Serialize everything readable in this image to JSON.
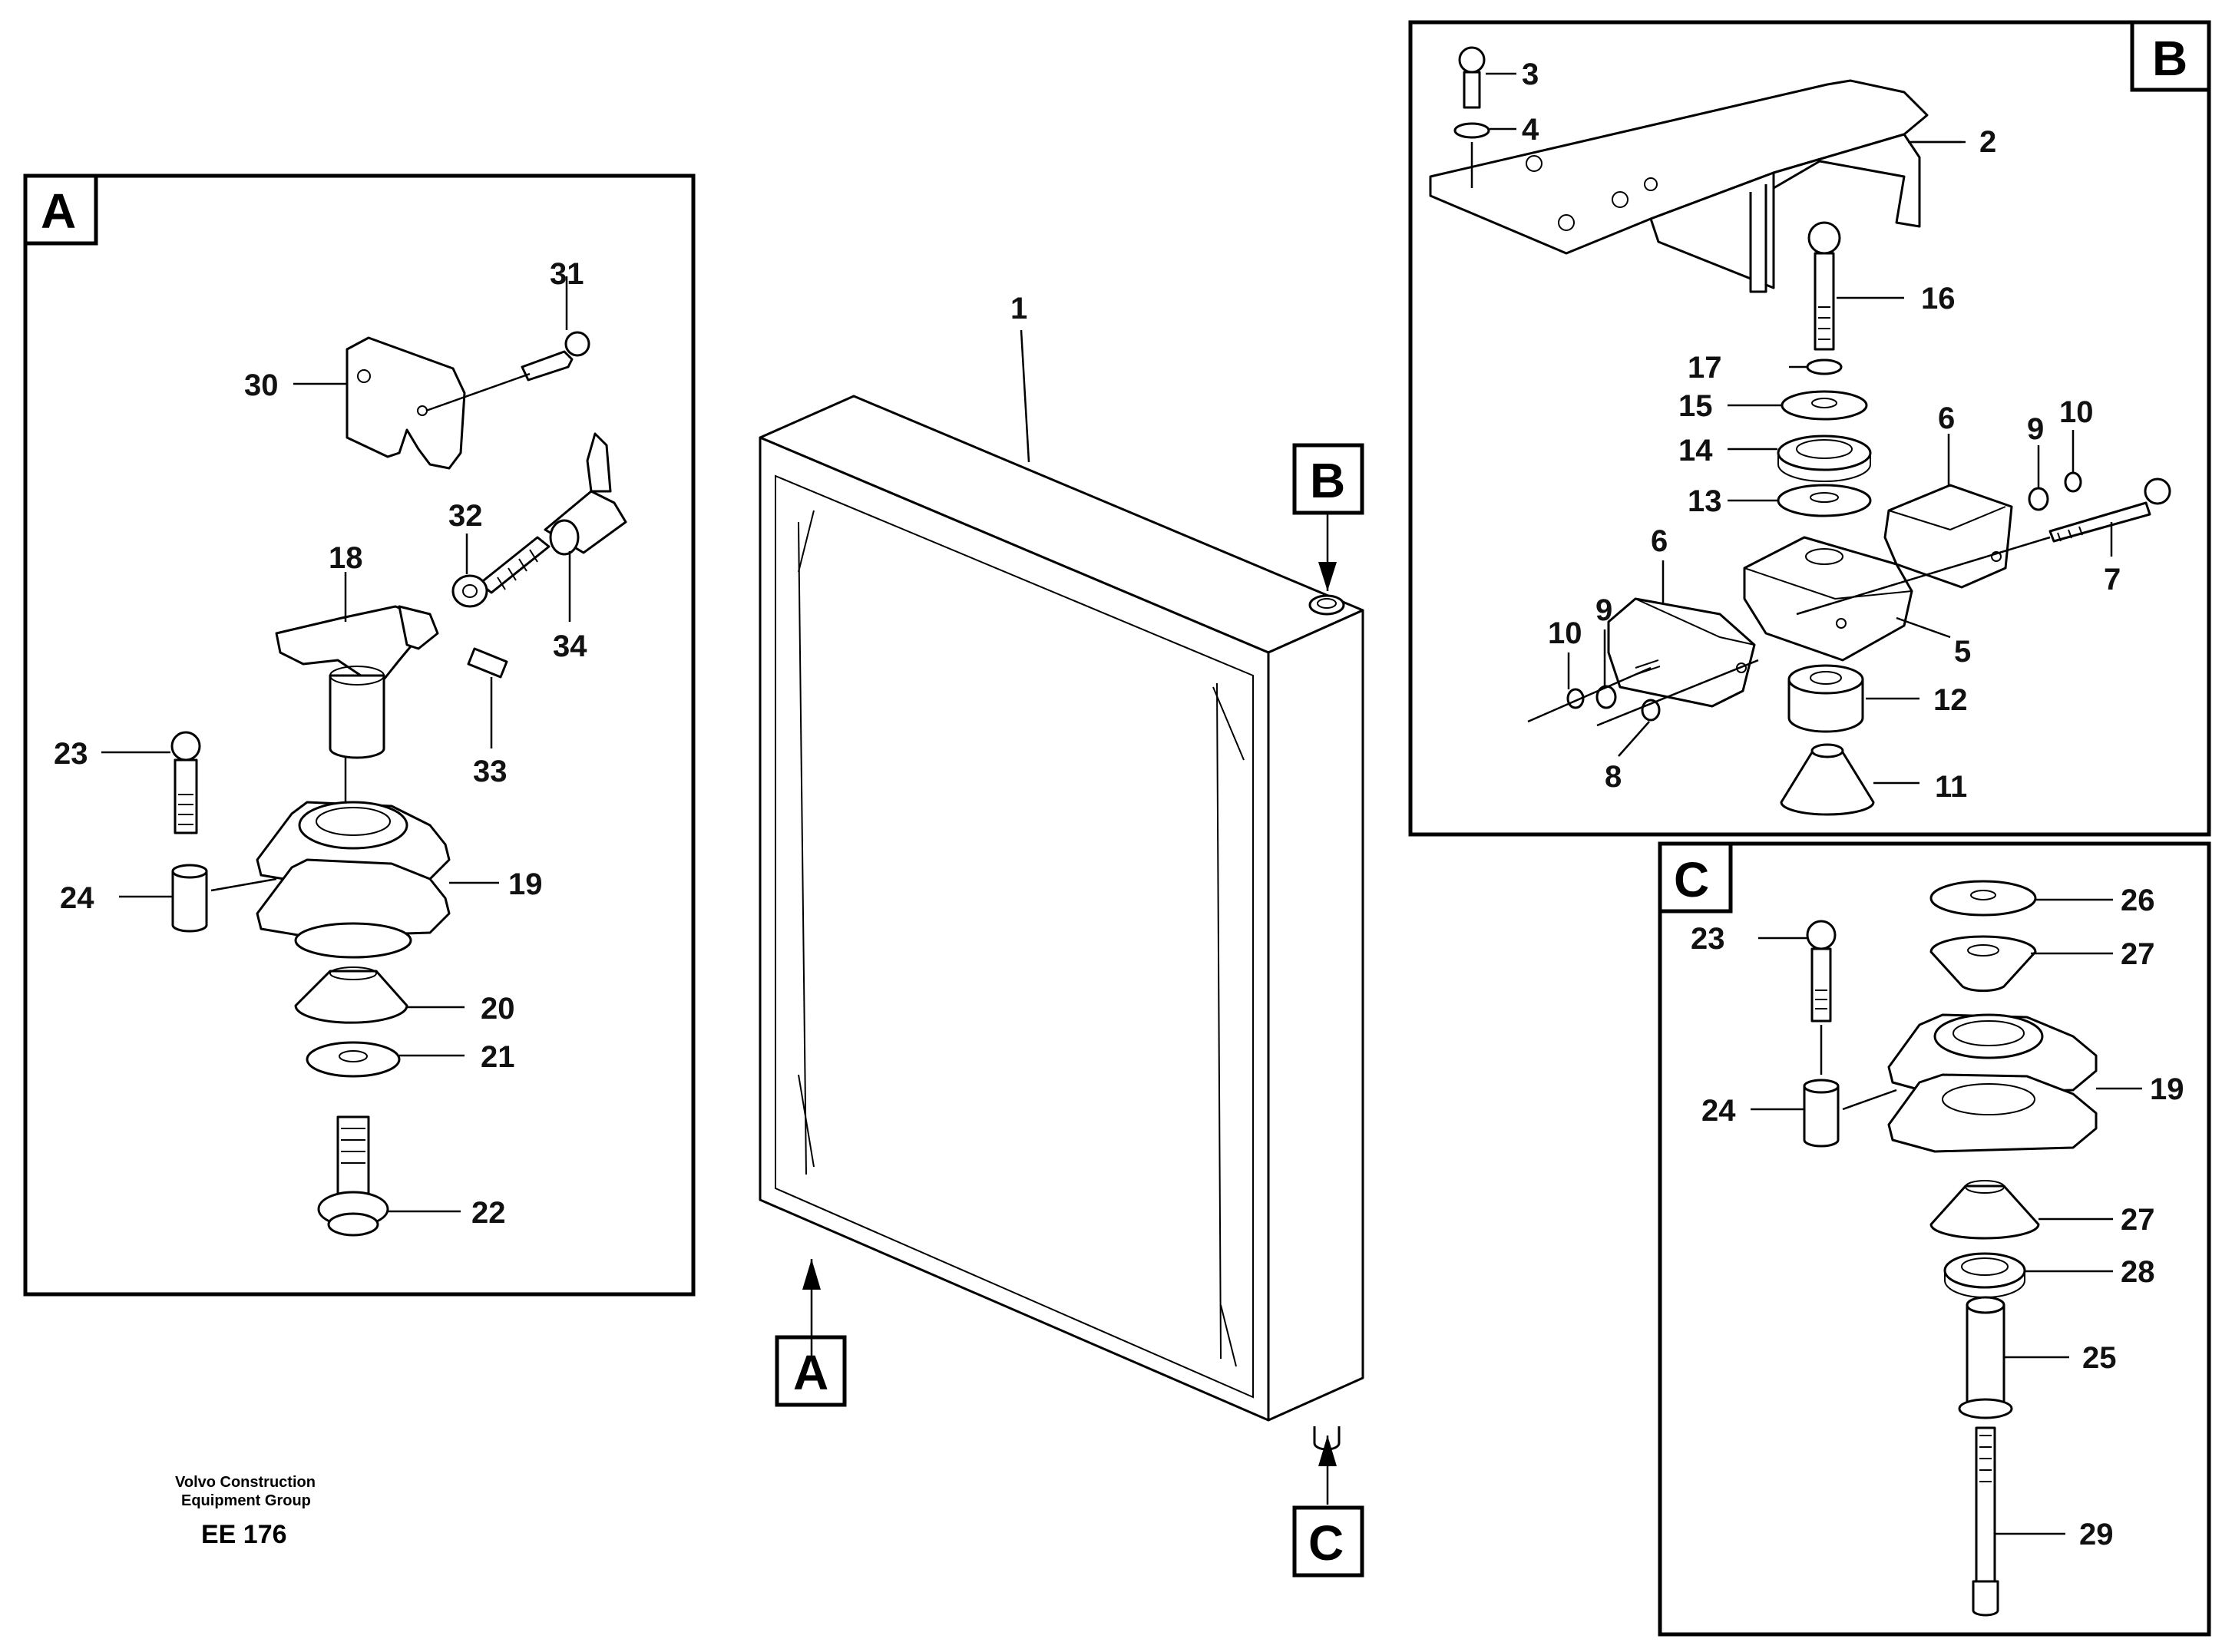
{
  "views": {
    "A": {
      "label": "A"
    },
    "B": {
      "label": "B"
    },
    "C": {
      "label": "C"
    }
  },
  "callouts": {
    "A": "A",
    "B": "B",
    "C": "C"
  },
  "part_numbers": {
    "main": [
      "1"
    ],
    "A": [
      "31",
      "30",
      "32",
      "18",
      "34",
      "33",
      "23",
      "24",
      "19",
      "20",
      "21",
      "22"
    ],
    "B": [
      "3",
      "4",
      "2",
      "16",
      "17",
      "15",
      "14",
      "13",
      "6",
      "9",
      "10",
      "7",
      "5",
      "12",
      "8",
      "11"
    ],
    "C": [
      "26",
      "23",
      "27",
      "19",
      "24",
      "27",
      "28",
      "25",
      "29"
    ]
  },
  "footer": {
    "company_line1": "Volvo Construction",
    "company_line2": "Equipment Group",
    "code": "EE 176"
  }
}
